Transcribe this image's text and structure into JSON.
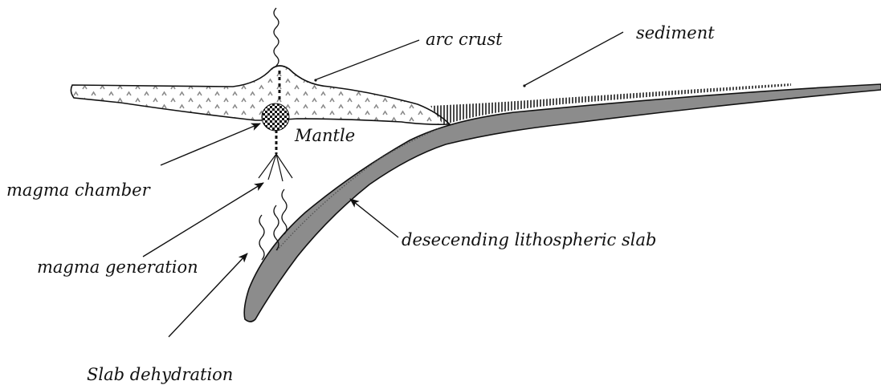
{
  "labels": {
    "arc_crust": "arc crust",
    "sediment": "sediment",
    "mantle": "Mantle",
    "magma_chamber": "magma chamber",
    "magma_generation": "magma generation",
    "slab_dehydration": "Slab dehydration",
    "descending_slab": "desecending lithospheric slab"
  },
  "colors": {
    "line": "#111111",
    "slab_fill": "#8c8c8c",
    "crust_fill": "#ffffff",
    "pattern_mark": "#9a9a9a",
    "sediment_hatch": "#555555",
    "magma_chamber": "#1a1a1a"
  }
}
